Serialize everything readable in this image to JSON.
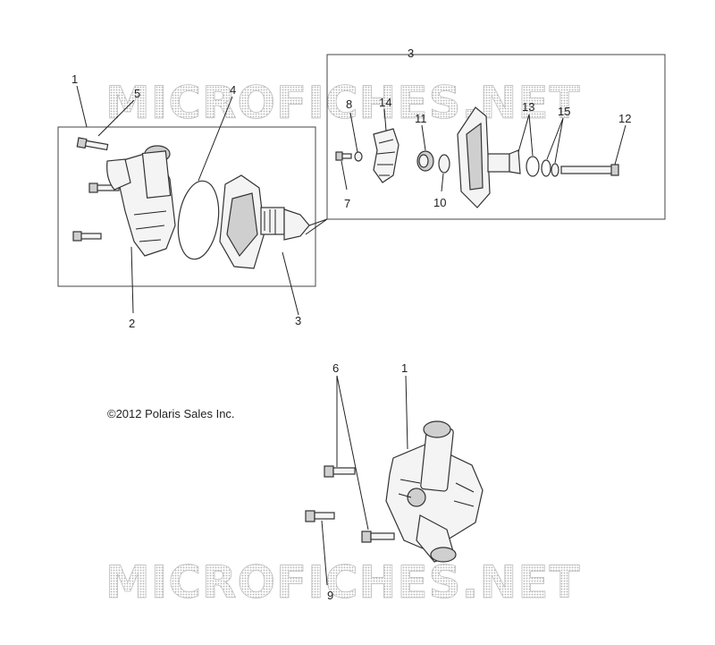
{
  "diagram": {
    "watermark": "MICROFICHES.NET",
    "copyright": "©2012 Polaris Sales Inc.",
    "callouts": {
      "c1_top": "1",
      "c5": "5",
      "c4": "4",
      "c2": "2",
      "c3_right": "3",
      "c3_top": "3",
      "c8": "8",
      "c14": "14",
      "c11": "11",
      "c13": "13",
      "c15": "15",
      "c12": "12",
      "c7": "7",
      "c10": "10",
      "c6": "6",
      "c1_bottom": "1",
      "c9": "9"
    }
  }
}
